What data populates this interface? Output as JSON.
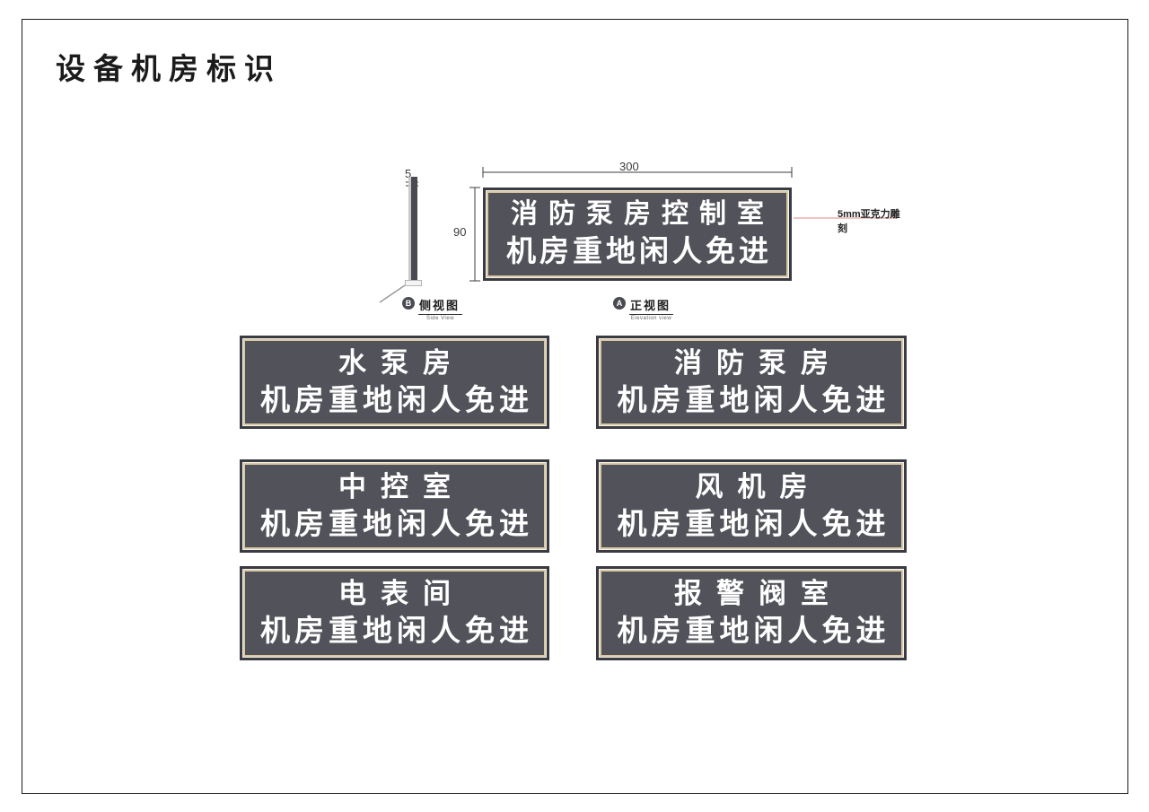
{
  "page": {
    "title": "设备机房标识",
    "background": "#ffffff",
    "frame_color": "#1a1a1a"
  },
  "colors": {
    "panel_background": "#51525a",
    "panel_outer_edge": "#3a3b42",
    "panel_inner_border": "#d9c8a2",
    "sign_text": "#ffffff",
    "dimension_text": "#3c3c3c",
    "leader_line": "#e8b2ac"
  },
  "drawing": {
    "side_view": {
      "badge": "B",
      "label": "侧视图",
      "label_en": "Side View",
      "thickness_dim": "5"
    },
    "front_view": {
      "badge": "A",
      "label": "正视图",
      "label_en": "Elevation view",
      "width_dim": "300",
      "height_dim": "90",
      "sign": {
        "line1": "消防泵房控制室",
        "line2": "机房重地闲人免进"
      },
      "annotation": "5mm亚克力雕刻"
    }
  },
  "signs": [
    {
      "line1": "水泵房",
      "line2": "机房重地闲人免进"
    },
    {
      "line1": "消防泵房",
      "line2": "机房重地闲人免进"
    },
    {
      "line1": "中控室",
      "line2": "机房重地闲人免进"
    },
    {
      "line1": "风机房",
      "line2": "机房重地闲人免进"
    },
    {
      "line1": "电表间",
      "line2": "机房重地闲人免进"
    },
    {
      "line1": "报警阀室",
      "line2": "机房重地闲人免进"
    }
  ]
}
